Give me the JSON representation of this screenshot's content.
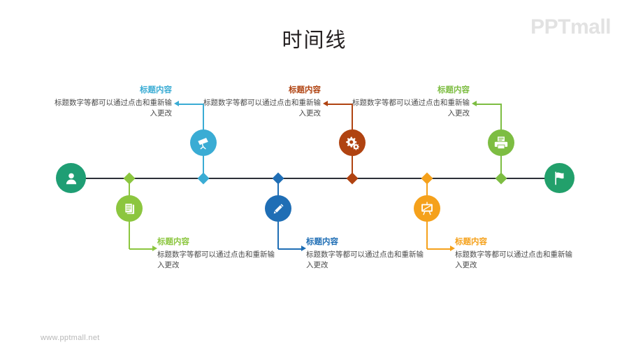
{
  "header": {
    "title": "时间线",
    "logo": "PPTmall"
  },
  "footer": {
    "url": "www.pptmall.net"
  },
  "colors": {
    "axis": "#2c3038",
    "start_node": "#1f9e74",
    "end_node": "#22a06b",
    "teal_blue": "#3aacd4",
    "rust_red": "#b04311",
    "green": "#7dbd42",
    "yellow_green": "#8cc63f",
    "dark_blue": "#1f6eb5",
    "orange": "#f5a11b",
    "title_text": "#231f20",
    "body_text": "#4a4a4a",
    "logo_gray": "#e2e2e2",
    "footer_gray": "#b8b8b8"
  },
  "timeline": {
    "start_icon": "user-icon",
    "end_icon": "flag-icon",
    "nodes": [
      {
        "id": "node-1",
        "position": "below",
        "icon": "documents-icon",
        "color": "#8cc63f",
        "title": "标题内容",
        "body": "标题数字等都可以通过点击和重新输入更改"
      },
      {
        "id": "node-2",
        "position": "above",
        "icon": "telescope-icon",
        "color": "#3aacd4",
        "title": "标题内容",
        "body": "标题数字等都可以通过点击和重新输入更改"
      },
      {
        "id": "node-3",
        "position": "below",
        "icon": "pencil-icon",
        "color": "#1f6eb5",
        "title": "标题内容",
        "body": "标题数字等都可以通过点击和重新输入更改"
      },
      {
        "id": "node-4",
        "position": "above",
        "icon": "gears-icon",
        "color": "#b04311",
        "title": "标题内容",
        "body": "标题数字等都可以通过点击和重新输入更改"
      },
      {
        "id": "node-5",
        "position": "below",
        "icon": "presentation-icon",
        "color": "#f5a11b",
        "title": "标题内容",
        "body": "标题数字等都可以通过点击和重新输入更改"
      },
      {
        "id": "node-6",
        "position": "above",
        "icon": "printer-icon",
        "color": "#7dbd42",
        "title": "标题内容",
        "body": "标题数字等都可以通过点击和重新输入更改"
      }
    ]
  }
}
